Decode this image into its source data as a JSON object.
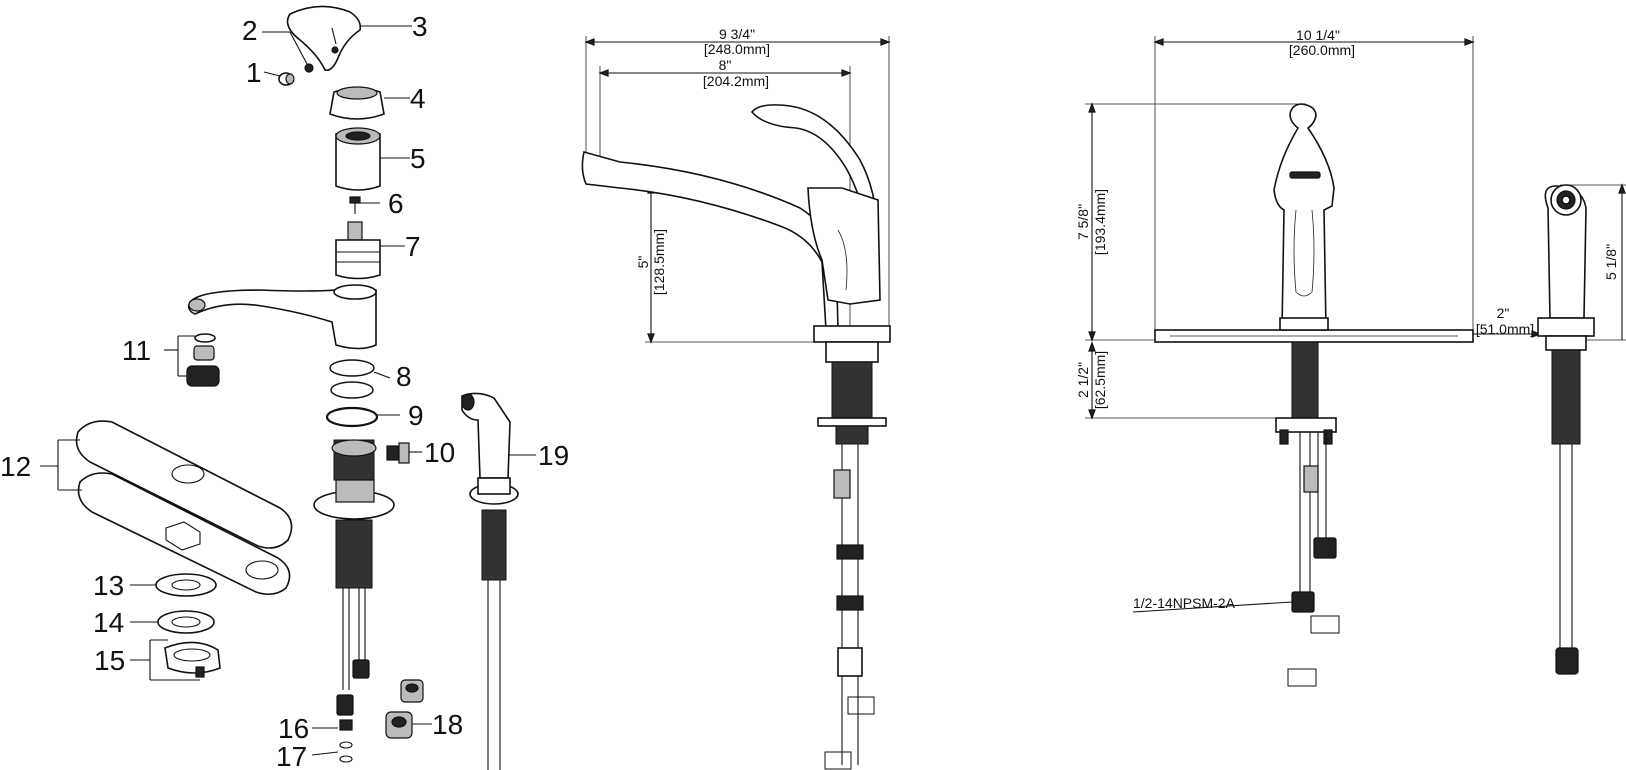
{
  "exploded_view": {
    "part_numbers": [
      "1",
      "2",
      "3",
      "4",
      "5",
      "6",
      "7",
      "8",
      "9",
      "10",
      "11",
      "12",
      "13",
      "14",
      "15",
      "16",
      "17",
      "18",
      "19"
    ]
  },
  "side_view": {
    "width_outer_in": "9 3/4\"",
    "width_outer_mm": "[248.0mm]",
    "width_inner_in": "8\"",
    "width_inner_mm": "[204.2mm]",
    "height_in": "5\"",
    "height_mm": "[128.5mm]"
  },
  "front_view": {
    "width_in": "10 1/4\"",
    "width_mm": "[260.0mm]",
    "height_in": "7 5/8\"",
    "height_mm": "[193.4mm]",
    "shank_in": "2 1/2\"",
    "shank_mm": "[62.5mm]",
    "thread_spec": "1/2-14NPSM-2A"
  },
  "sprayer_view": {
    "base_in": "2\"",
    "base_mm": "[51.0mm]",
    "height_in": "5 1/8\""
  }
}
